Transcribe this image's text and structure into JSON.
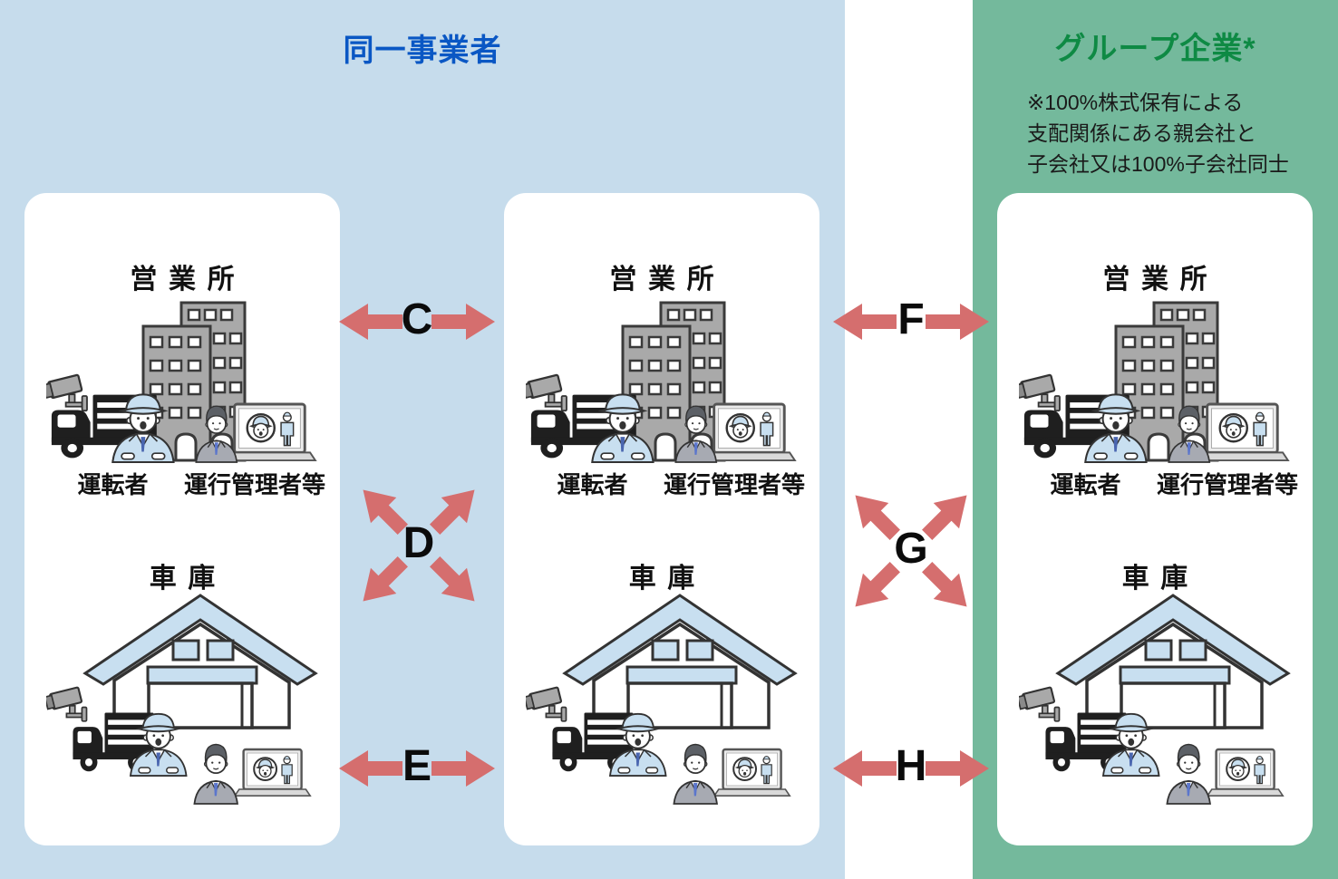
{
  "diagram": {
    "left_region": {
      "title": "同一事業者"
    },
    "right_region": {
      "title": "グループ企業*",
      "footnote_lines": [
        "※100%株式保有による",
        "支配関係にある親会社と",
        "子会社又は100%子会社同士"
      ]
    },
    "sites": [
      {
        "office_title": "営業所",
        "garage_title": "車庫",
        "driver_label": "運転者",
        "manager_label": "運行管理者等"
      },
      {
        "office_title": "営業所",
        "garage_title": "車庫",
        "driver_label": "運転者",
        "manager_label": "運行管理者等"
      },
      {
        "office_title": "営業所",
        "garage_title": "車庫",
        "driver_label": "運転者",
        "manager_label": "運行管理者等"
      }
    ],
    "links": [
      {
        "label": "C",
        "type": "horizontal"
      },
      {
        "label": "D",
        "type": "cross"
      },
      {
        "label": "E",
        "type": "horizontal"
      },
      {
        "label": "F",
        "type": "horizontal"
      },
      {
        "label": "G",
        "type": "cross"
      },
      {
        "label": "H",
        "type": "horizontal"
      }
    ],
    "colors": {
      "left_bg": "#c6dcec",
      "right_bg": "#74b99c",
      "left_title": "#0a57c4",
      "right_title": "#0e8a44",
      "arrow": "#d56e6e",
      "card_bg": "#ffffff",
      "outline": "#333333",
      "light_blue_accent": "#c8dff0"
    }
  }
}
